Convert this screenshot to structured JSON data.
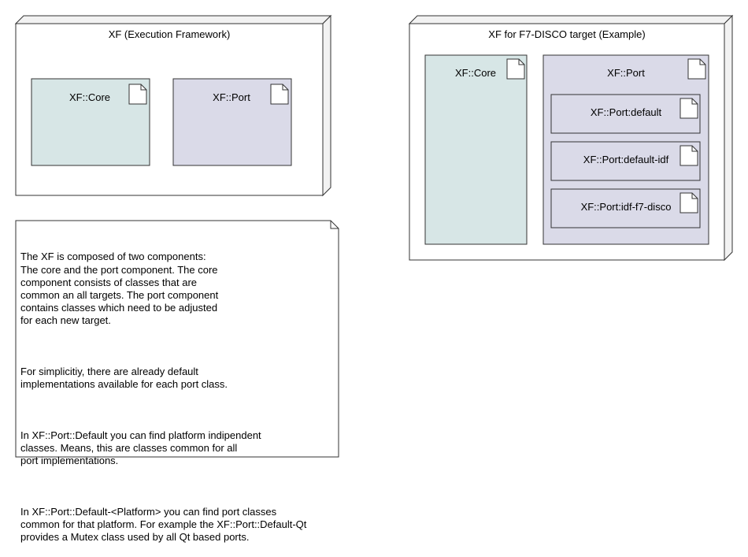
{
  "diagram": {
    "node_xf": {
      "title": "XF (Execution Framework)"
    },
    "xf_core": {
      "label": "XF::Core"
    },
    "xf_port": {
      "label": "XF::Port"
    },
    "node_f7": {
      "title": "XF for F7-DISCO target (Example)"
    },
    "f7_core": {
      "label": "XF::Core"
    },
    "f7_port": {
      "label": "XF::Port"
    },
    "port_default": {
      "label": "XF::Port:default"
    },
    "port_default_idf": {
      "label": "XF::Port:default-idf"
    },
    "port_idf_f7_disco": {
      "label": "XF::Port:idf-f7-disco"
    },
    "note": {
      "paragraphs": [
        "The XF is composed of two components:\nThe core and the port component. The core\ncomponent consists of classes that are\ncommon an all targets. The port component\ncontains classes which need to be adjusted\nfor each new target.",
        "For simplicitiy, there are already default\nimplementations available for each port class.",
        "In XF::Port::Default you can find platform indipendent\nclasses. Means, this are classes common for all\nport implementations.",
        "In XF::Port::Default-<Platform> you can find port classes\ncommon for that platform. For example the XF::Port::Default-Qt\nprovides a Mutex class used by all Qt based ports."
      ]
    },
    "colors": {
      "core_fill": "#d7e6e6",
      "port_fill": "#dadae8",
      "node_side": "#f2f2f2",
      "stroke": "#333333"
    }
  }
}
